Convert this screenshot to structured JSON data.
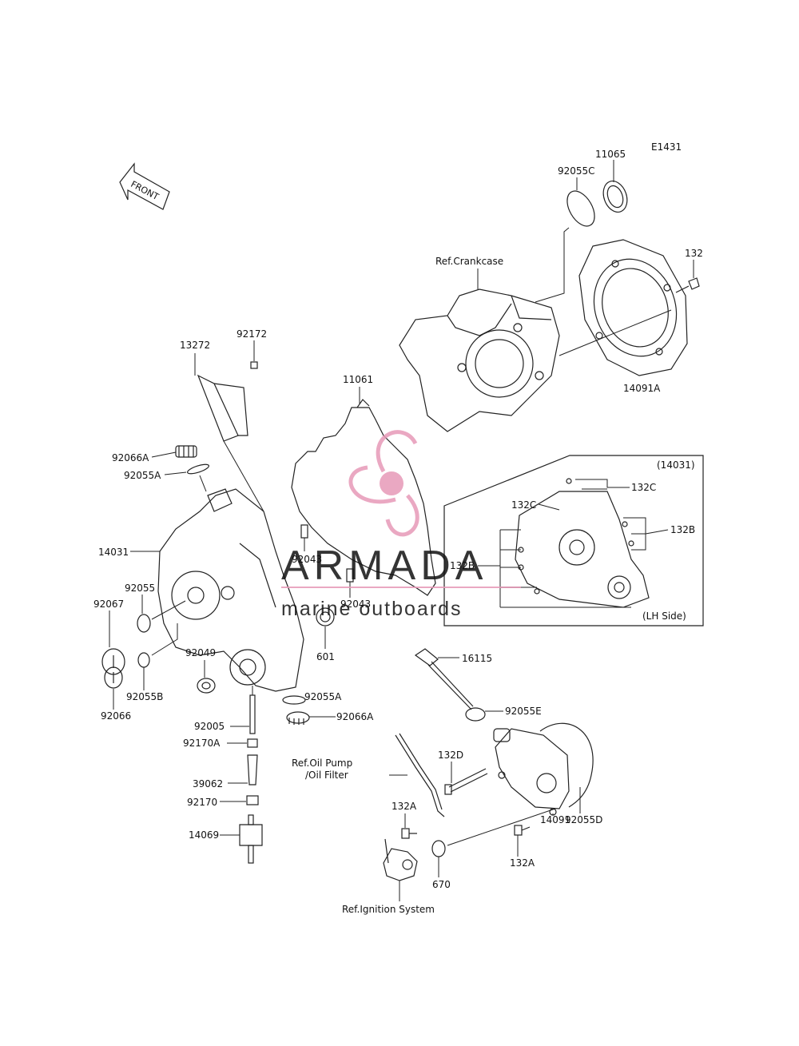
{
  "diagram_code": "E1431",
  "front_label": "FRONT",
  "watermark": {
    "brand": "ARMADA",
    "tagline": "marine outboards",
    "brand_color": "#e79ab8",
    "text_color": "#707070"
  },
  "references": {
    "crankcase": "Ref.Crankcase",
    "oil_pump_line1": "Ref.Oil Pump",
    "oil_pump_line2": "/Oil Filter",
    "ignition": "Ref.Ignition System"
  },
  "inset": {
    "title": "(14031)",
    "side": "(LH Side)"
  },
  "parts": {
    "p11065": "11065",
    "p92055C": "92055C",
    "p132": "132",
    "p14091A": "14091A",
    "p13272": "13272",
    "p92172": "92172",
    "p11061": "11061",
    "p92066A_top": "92066A",
    "p92055A_top": "92055A",
    "p14031": "14031",
    "p92043_a": "92043",
    "p92043_b": "92043",
    "p92055": "92055",
    "p92067": "92067",
    "p601": "601",
    "p92049": "92049",
    "p92055B": "92055B",
    "p92066": "92066",
    "p92055A_bot": "92055A",
    "p92066A_bot": "92066A",
    "p92005": "92005",
    "p92170A": "92170A",
    "p39062": "39062",
    "p92170": "92170",
    "p14069": "14069",
    "p16115": "16115",
    "p92055E": "92055E",
    "p132D": "132D",
    "p132A_a": "132A",
    "p92055D": "92055D",
    "p14091": "14091",
    "p132A_b": "132A",
    "p670": "670",
    "p132C_a": "132C",
    "p132C_b": "132C",
    "p132B_a": "132B",
    "p132B_b": "132B"
  }
}
